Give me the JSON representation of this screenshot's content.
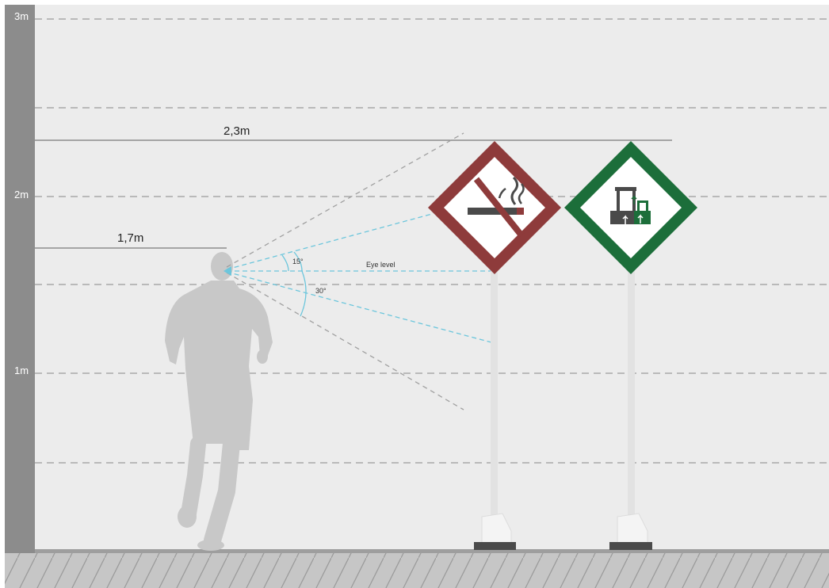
{
  "scale": {
    "ticks": [
      {
        "label": "3m",
        "value": 3
      },
      {
        "label": "2m",
        "value": 2
      },
      {
        "label": "1m",
        "value": 1
      }
    ],
    "minor_gridlines": [
      2.5,
      1.5,
      0.5
    ]
  },
  "heights": {
    "sign_top": {
      "label": "2,3m",
      "value": 2.3
    },
    "person": {
      "label": "1,7m",
      "value": 1.7
    }
  },
  "angles": {
    "upper": {
      "label": "15°"
    },
    "lower": {
      "label": "30°"
    },
    "eye_level": {
      "label": "Eye level"
    }
  },
  "signs": [
    {
      "name": "no-smoking",
      "border_color": "#8e3b3b",
      "icon": "cigarette-prohibited-icon"
    },
    {
      "name": "green-safety",
      "border_color": "#1c6e3a",
      "icon": "equipment-arrows-icon"
    }
  ],
  "colors": {
    "wall": "#ececec",
    "scale_bar": "#8c8c8c",
    "floor": "#c4c4c4",
    "person": "#c8c8c8",
    "sight_line": "#6cc6dc",
    "cone_line": "#a0a0a0",
    "pole": "#e2e2e2",
    "base": "#4a4a4a"
  }
}
